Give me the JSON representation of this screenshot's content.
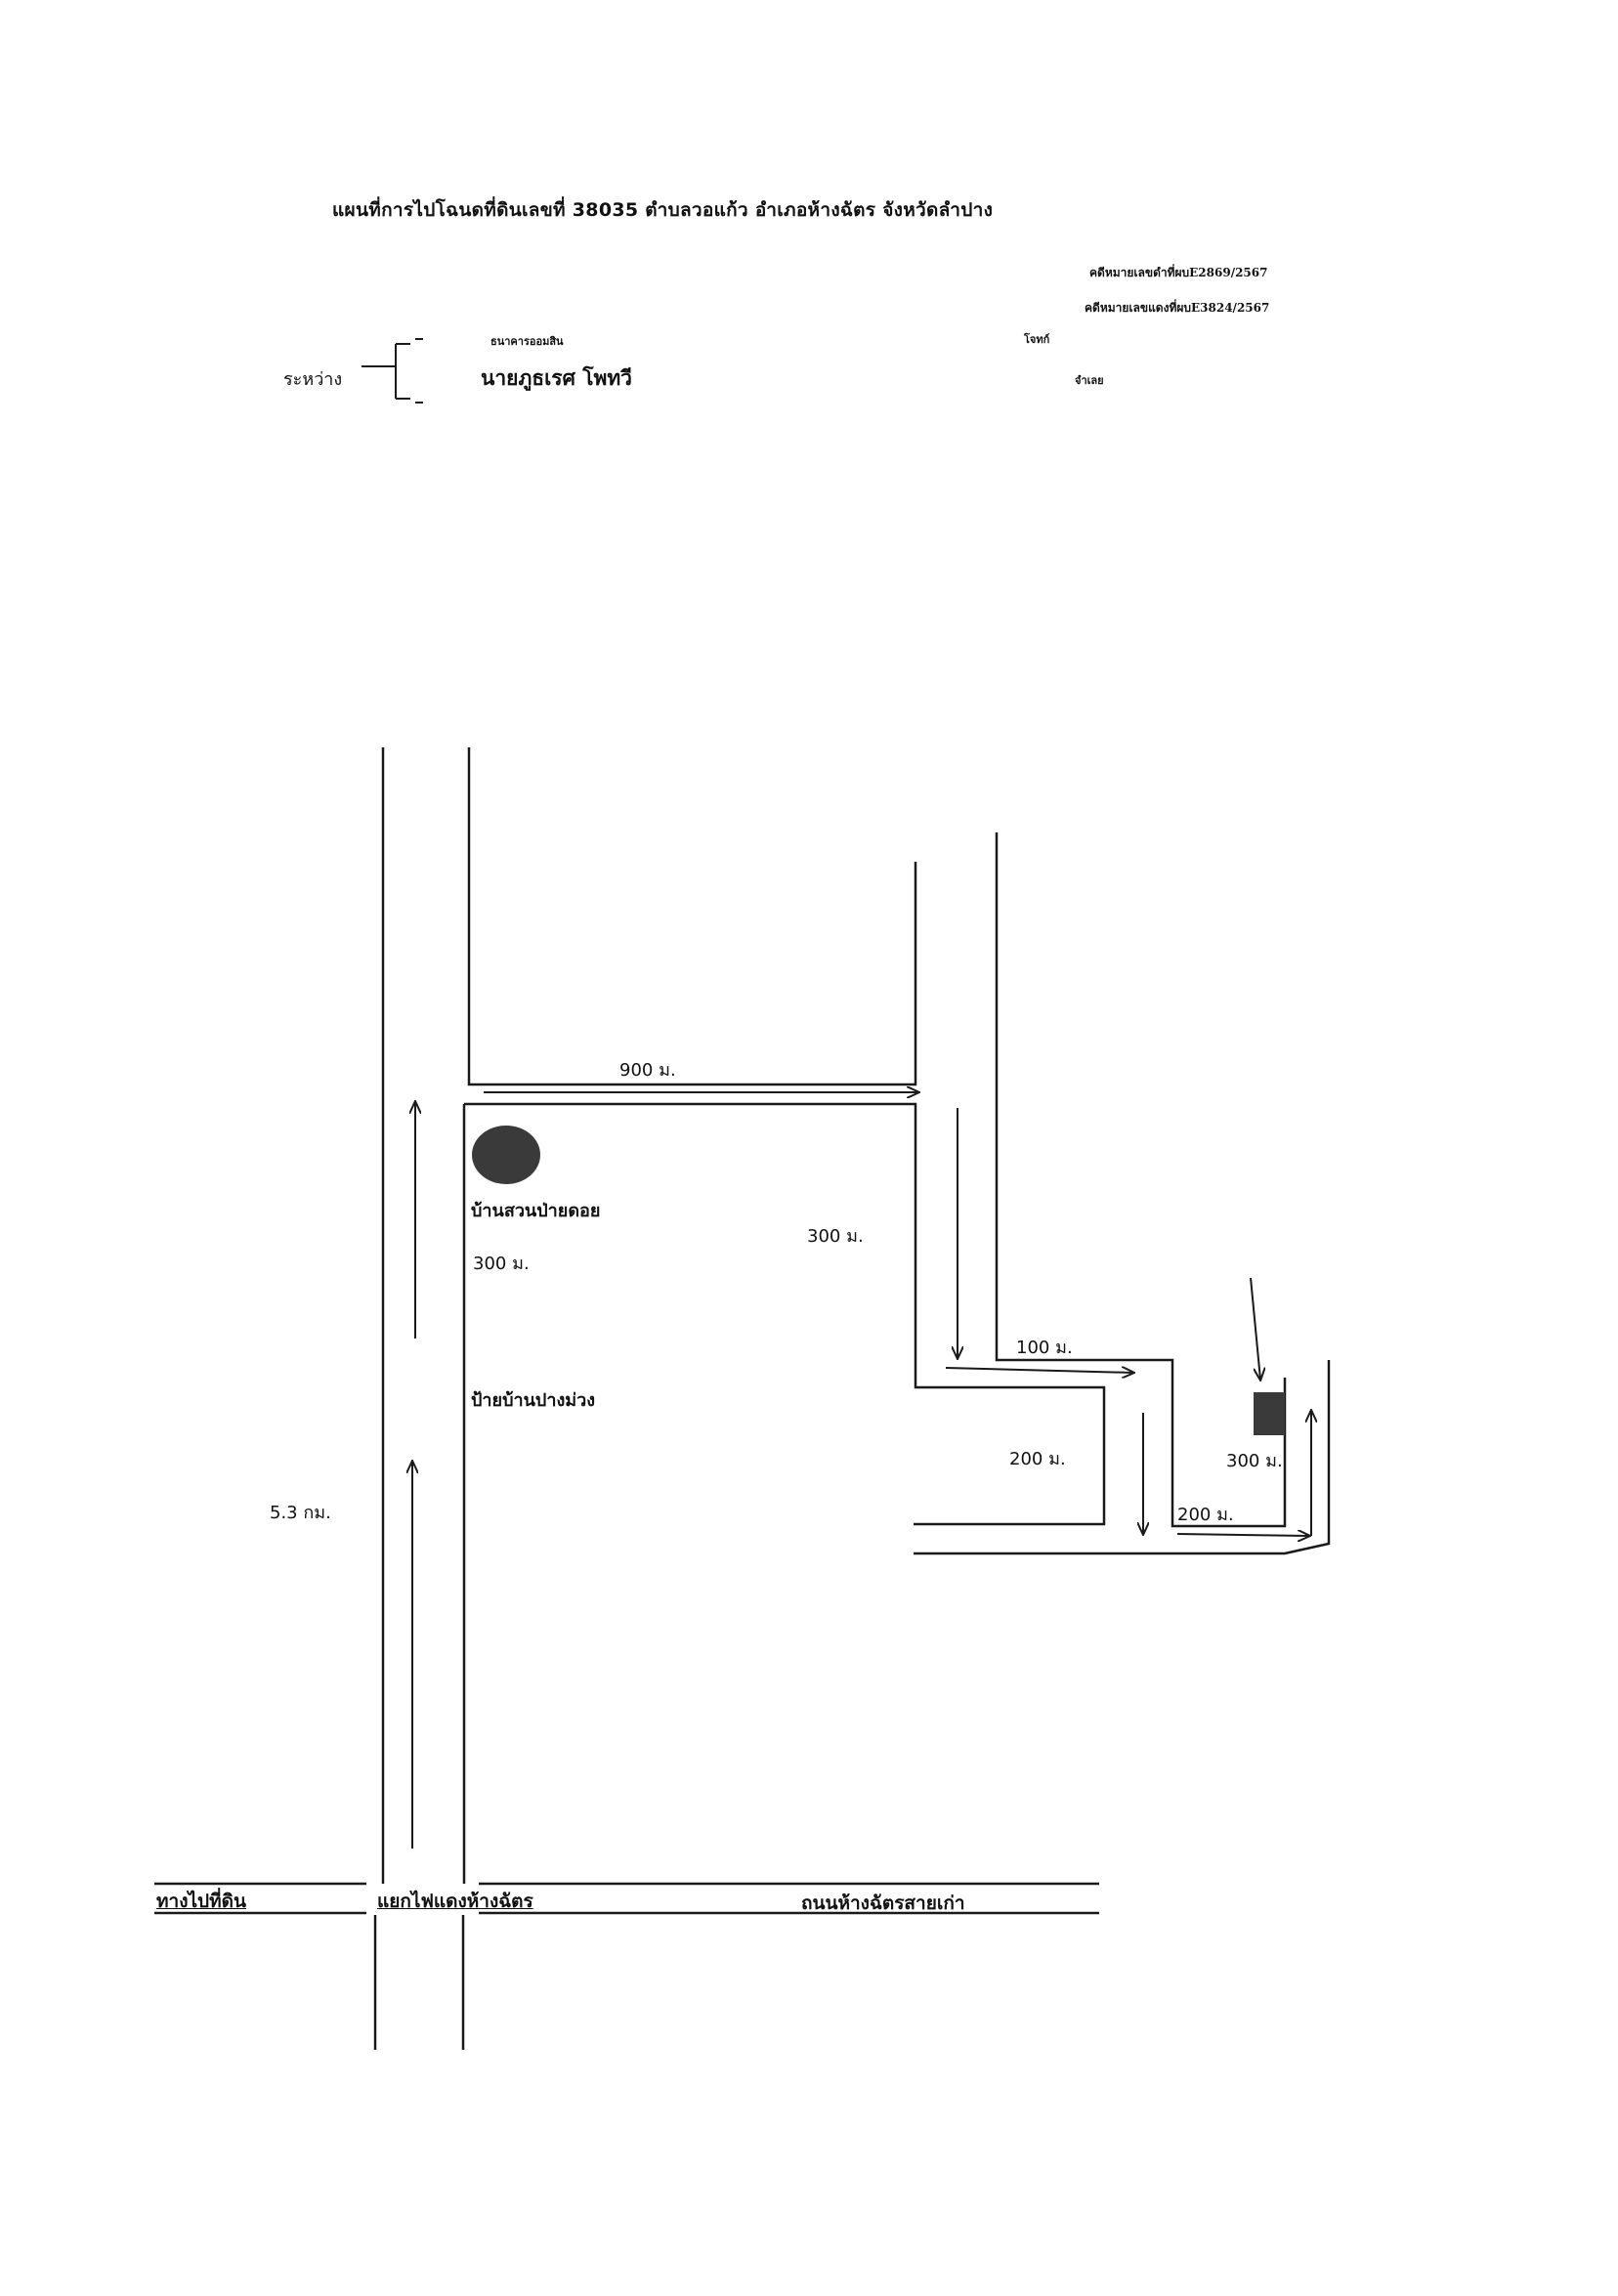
{
  "header": {
    "title": "แผนที่การไปโฉนดที่ดินเลขที่ 38035  ตำบลวอแก้ว  อำเภอห้างฉัตร  จังหวัดลำปาง",
    "black_case": "คดีหมายเลขดำที่ผบE2869/2567",
    "red_case": "คดีหมายเลขแดงที่ผบE3824/2567",
    "between_label": "ระหว่าง",
    "plaintiff_name": "ธนาคารออมสิน",
    "plaintiff_role": "โจทก์",
    "defendant_name": "นายภูธเรศ  โพทวี",
    "defendant_role": "จำเลย"
  },
  "map": {
    "labels": {
      "dist_900": "900  ม.",
      "landmark_village": "บ้านสวนป่ายดอย",
      "dist_300_left": "300 ม.",
      "dist_300_mid": "300 ม.",
      "sign_village": "ป้ายบ้านปางม่วง",
      "dist_100": "100 ม.",
      "dist_200_a": "200  ม.",
      "dist_300_right": "300 ม.",
      "dist_200_b": "200 ม.",
      "dist_5_3": "5.3 กม.",
      "road_to_land": "ทางไปที่ดิน",
      "junction": "แยกไฟแดงห้างฉัตร",
      "old_road": "ถนนห้างฉัตรสายเก่า"
    },
    "colors": {
      "line": "#1a1a1a",
      "marker": "#3a3a3a"
    }
  }
}
